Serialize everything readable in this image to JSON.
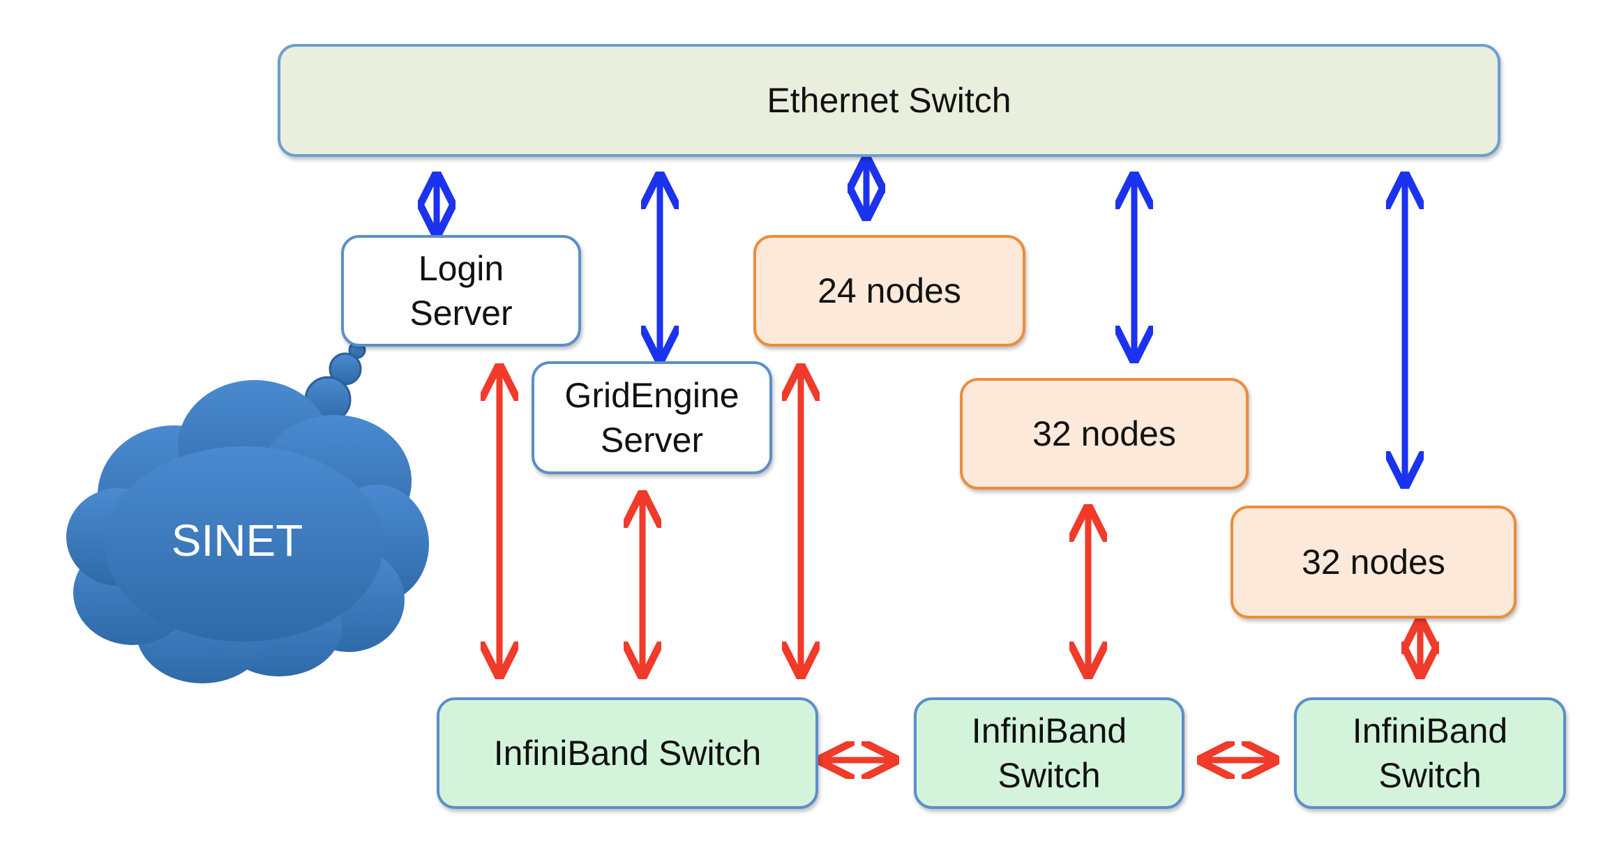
{
  "colors": {
    "ethernet_link": "#1b32ee",
    "infiniband_link": "#f03a2a",
    "cloud_fill": "#3f7ec1",
    "node_border": "#eb8d3c",
    "switch_border": "#5b8fc9"
  },
  "ethernet_switch": {
    "label": "Ethernet Switch"
  },
  "login_server": {
    "label": "Login\nServer"
  },
  "gridengine_server": {
    "label": "GridEngine\nServer"
  },
  "node_groups": [
    {
      "label": "24 nodes"
    },
    {
      "label": "32 nodes"
    },
    {
      "label": "32 nodes"
    }
  ],
  "infiniband_switches": [
    {
      "label": "InfiniBand Switch"
    },
    {
      "label": "InfiniBand\nSwitch"
    },
    {
      "label": "InfiniBand\nSwitch"
    }
  ],
  "cloud": {
    "label": "SINET",
    "icon": "cloud-icon"
  }
}
